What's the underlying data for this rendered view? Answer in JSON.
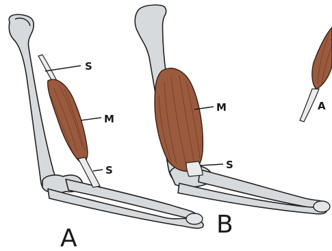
{
  "figure_a": {
    "label_top": "S",
    "label_mid": "M",
    "label_bottom": "S",
    "caption": "A"
  },
  "figure_b": {
    "label_mid": "M",
    "label_bottom": "S",
    "caption": "B"
  },
  "figure_partial": {
    "label": "A"
  },
  "colors": {
    "bone": "#d7dadd",
    "muscle": "#9a5a3e",
    "outline": "#202020"
  }
}
